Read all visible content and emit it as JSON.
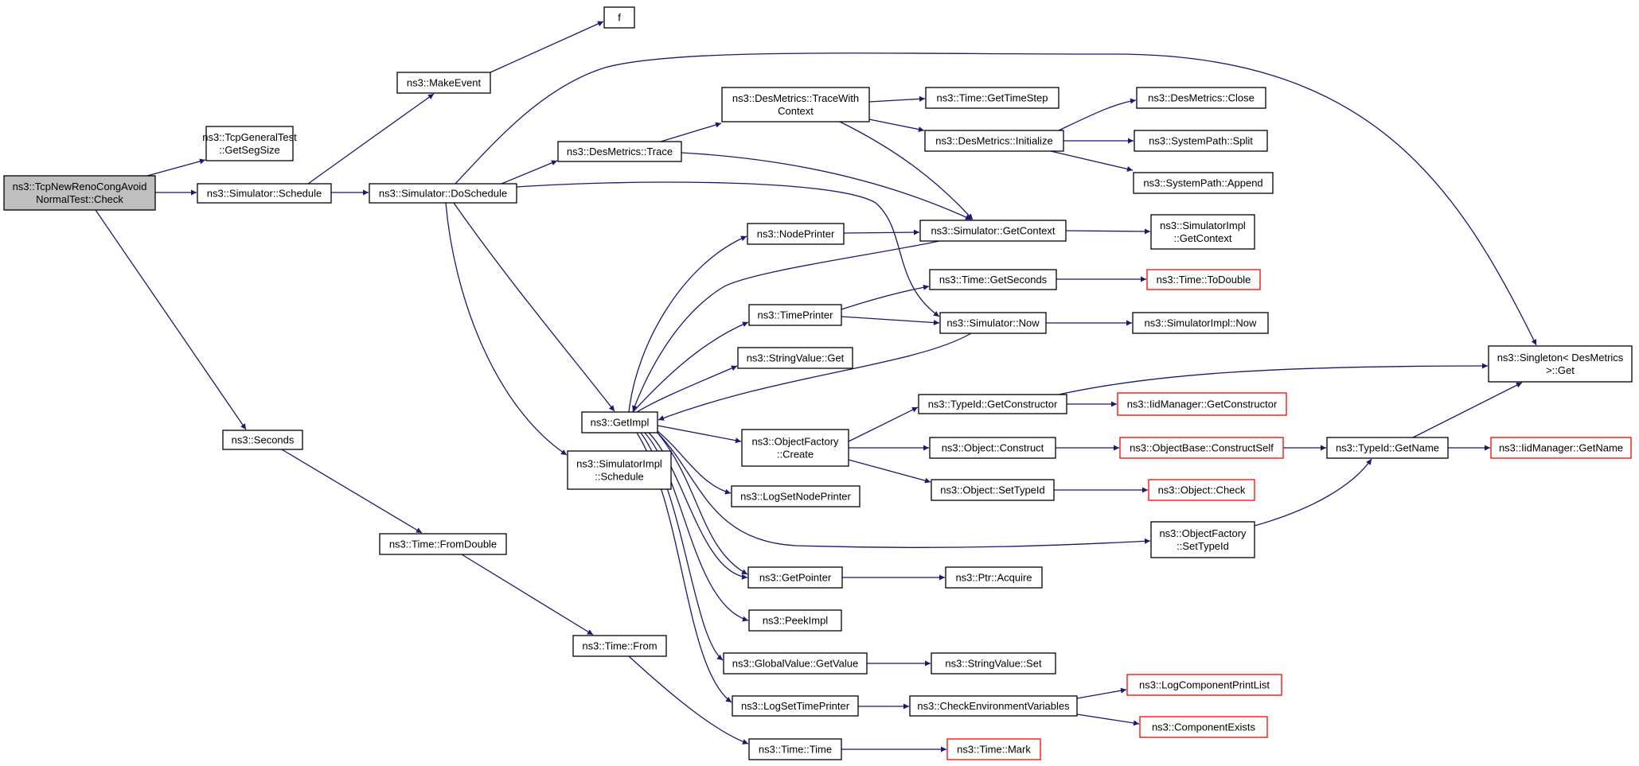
{
  "graph": {
    "node_color": "#ffffff",
    "root_color": "#bfbfbf",
    "normal_border_color": "#000000",
    "truncated_border_color": "#ff0000",
    "edge_color": "#191970",
    "nodes": {
      "root": {
        "lines": [
          "ns3::TcpNewRenoCongAvoid",
          "NormalTest::Check"
        ],
        "root": true
      },
      "getSegSize": {
        "lines": [
          "ns3::TcpGeneralTest",
          "::GetSegSize"
        ]
      },
      "schedule": {
        "lines": [
          "ns3::Simulator::Schedule"
        ]
      },
      "seconds": {
        "lines": [
          "ns3::Seconds"
        ]
      },
      "makeEvent": {
        "lines": [
          "ns3::MakeEvent"
        ]
      },
      "f": {
        "lines": [
          "f"
        ]
      },
      "doSchedule": {
        "lines": [
          "ns3::Simulator::DoSchedule"
        ]
      },
      "fromDouble": {
        "lines": [
          "ns3::Time::FromDouble"
        ]
      },
      "timeFrom": {
        "lines": [
          "ns3::Time::From"
        ]
      },
      "timeTime": {
        "lines": [
          "ns3::Time::Time"
        ]
      },
      "timeMark": {
        "lines": [
          "ns3::Time::Mark"
        ],
        "truncated": true
      },
      "desTrace": {
        "lines": [
          "ns3::DesMetrics::Trace"
        ]
      },
      "traceWithContext": {
        "lines": [
          "ns3::DesMetrics::TraceWith",
          "Context"
        ]
      },
      "getTimeStep": {
        "lines": [
          "ns3::Time::GetTimeStep"
        ]
      },
      "desInitialize": {
        "lines": [
          "ns3::DesMetrics::Initialize"
        ]
      },
      "desClose": {
        "lines": [
          "ns3::DesMetrics::Close"
        ]
      },
      "pathSplit": {
        "lines": [
          "ns3::SystemPath::Split"
        ]
      },
      "pathAppend": {
        "lines": [
          "ns3::SystemPath::Append"
        ]
      },
      "getContext": {
        "lines": [
          "ns3::Simulator::GetContext"
        ]
      },
      "implGetContext": {
        "lines": [
          "ns3::SimulatorImpl",
          "::GetContext"
        ]
      },
      "singletonGet": {
        "lines": [
          "ns3::Singleton< DesMetrics",
          " >::Get"
        ]
      },
      "nodePrinter": {
        "lines": [
          "ns3::NodePrinter"
        ]
      },
      "timePrinter": {
        "lines": [
          "ns3::TimePrinter"
        ]
      },
      "getSecondsNode": {
        "lines": [
          "ns3::Time::GetSeconds"
        ]
      },
      "toDouble": {
        "lines": [
          "ns3::Time::ToDouble"
        ],
        "truncated": true
      },
      "simNow": {
        "lines": [
          "ns3::Simulator::Now"
        ]
      },
      "implNow": {
        "lines": [
          "ns3::SimulatorImpl::Now"
        ]
      },
      "stringValueGet": {
        "lines": [
          "ns3::StringValue::Get"
        ]
      },
      "getImpl": {
        "lines": [
          "ns3::GetImpl"
        ]
      },
      "implSchedule": {
        "lines": [
          "ns3::SimulatorImpl",
          "::Schedule"
        ]
      },
      "factoryCreate": {
        "lines": [
          "ns3::ObjectFactory",
          "::Create"
        ]
      },
      "getConstructor": {
        "lines": [
          "ns3::TypeId::GetConstructor"
        ]
      },
      "iidGetConstructor": {
        "lines": [
          "ns3::IidManager::GetConstructor"
        ],
        "truncated": true
      },
      "objConstruct": {
        "lines": [
          "ns3::Object::Construct"
        ]
      },
      "constructSelf": {
        "lines": [
          "ns3::ObjectBase::ConstructSelf"
        ],
        "truncated": true
      },
      "typeIdGetName": {
        "lines": [
          "ns3::TypeId::GetName"
        ]
      },
      "iidGetName": {
        "lines": [
          "ns3::IidManager::GetName"
        ],
        "truncated": true
      },
      "setTypeId": {
        "lines": [
          "ns3::Object::SetTypeId"
        ]
      },
      "objCheck": {
        "lines": [
          "ns3::Object::Check"
        ],
        "truncated": true
      },
      "factorySetTypeId": {
        "lines": [
          "ns3::ObjectFactory",
          "::SetTypeId"
        ]
      },
      "logSetNodePrinter": {
        "lines": [
          "ns3::LogSetNodePrinter"
        ]
      },
      "getPointer": {
        "lines": [
          "ns3::GetPointer"
        ]
      },
      "ptrAcquire": {
        "lines": [
          "ns3::Ptr::Acquire"
        ]
      },
      "peekImpl": {
        "lines": [
          "ns3::PeekImpl"
        ]
      },
      "globalGetValue": {
        "lines": [
          "ns3::GlobalValue::GetValue"
        ]
      },
      "stringValueSet": {
        "lines": [
          "ns3::StringValue::Set"
        ]
      },
      "logSetTimePrinter": {
        "lines": [
          "ns3::LogSetTimePrinter"
        ]
      },
      "checkEnv": {
        "lines": [
          "ns3::CheckEnvironmentVariables"
        ]
      },
      "logCompPrintList": {
        "lines": [
          "ns3::LogComponentPrintList"
        ],
        "truncated": true
      },
      "componentExists": {
        "lines": [
          "ns3::ComponentExists"
        ],
        "truncated": true
      }
    }
  }
}
